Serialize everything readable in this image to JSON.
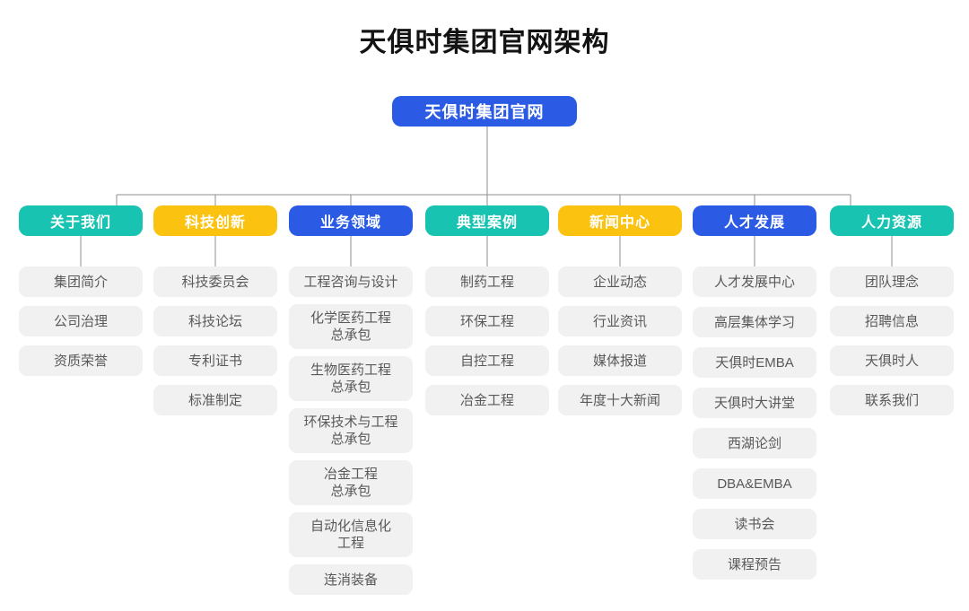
{
  "title": "天俱时集团官网架构",
  "root": {
    "label": "天俱时集团官网"
  },
  "palette": {
    "teal": "#19C3B1",
    "yellow": "#FBC20F",
    "blue": "#2B5BE4",
    "root_blue": "#2B5BE4",
    "item_bg": "#F1F1F2",
    "item_text": "#595959",
    "line": "#8F8F8F",
    "title_text": "#131313"
  },
  "branches": [
    {
      "label": "关于我们",
      "color": "teal",
      "items": [
        "集团简介",
        "公司治理",
        "资质荣誉"
      ]
    },
    {
      "label": "科技创新",
      "color": "yellow",
      "items": [
        "科技委员会",
        "科技论坛",
        "专利证书",
        "标准制定"
      ]
    },
    {
      "label": "业务领域",
      "color": "blue",
      "items": [
        "工程咨询与设计",
        "化学医药工程\n总承包",
        "生物医药工程\n总承包",
        "环保技术与工程\n总承包",
        "冶金工程\n总承包",
        "自动化信息化\n工程",
        "连消装备"
      ]
    },
    {
      "label": "典型案例",
      "color": "teal",
      "items": [
        "制药工程",
        "环保工程",
        "自控工程",
        "冶金工程"
      ]
    },
    {
      "label": "新闻中心",
      "color": "yellow",
      "items": [
        "企业动态",
        "行业资讯",
        "媒体报道",
        "年度十大新闻"
      ]
    },
    {
      "label": "人才发展",
      "color": "blue",
      "items": [
        "人才发展中心",
        "高层集体学习",
        "天俱时EMBA",
        "天俱时大讲堂",
        "西湖论剑",
        "DBA&EMBA",
        "读书会",
        "课程预告"
      ]
    },
    {
      "label": "人力资源",
      "color": "teal",
      "items": [
        "团队理念",
        "招聘信息",
        "天俱时人",
        "联系我们"
      ]
    }
  ]
}
